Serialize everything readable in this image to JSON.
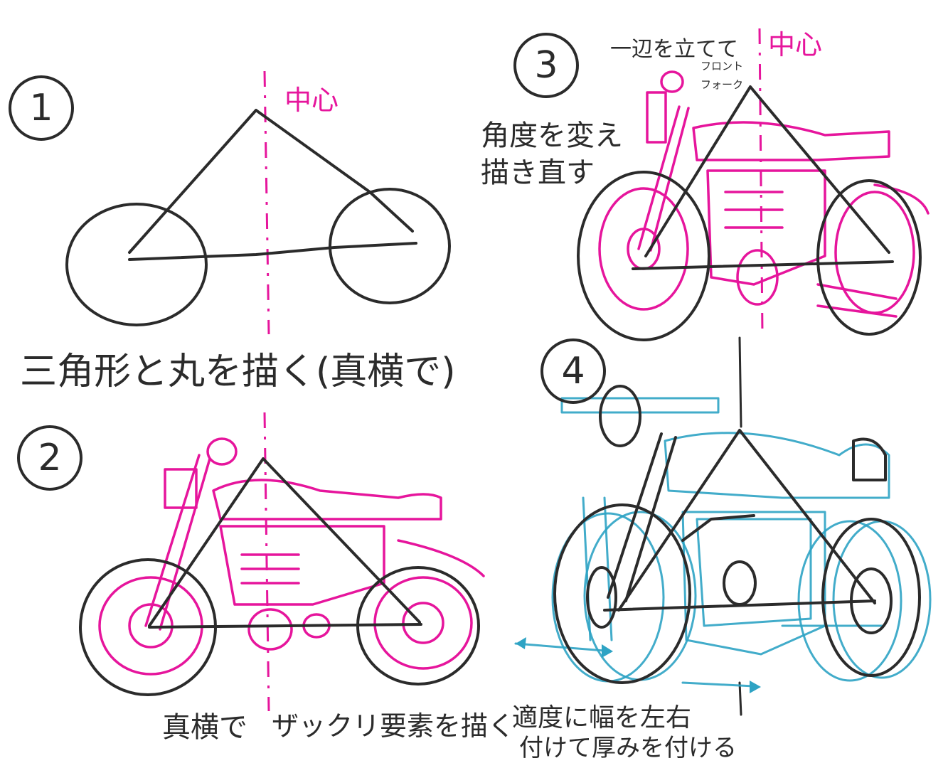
{
  "steps": [
    {
      "number": "1",
      "center_label": "中心",
      "caption": "三角形と丸を描く(真横で)"
    },
    {
      "number": "2",
      "caption_a": "真横で",
      "caption_b": "ザックリ要素を描く"
    },
    {
      "number": "3",
      "center_label": "中心",
      "note_top": "一辺を立てて",
      "note_fork_1": "フロント",
      "note_fork_2": "フォーク",
      "note_side_1": "角度を変え",
      "note_side_2": "描き直す"
    },
    {
      "number": "4",
      "caption_1": "適度に幅を左右",
      "caption_2": "付けて厚みを付ける"
    }
  ],
  "colors": {
    "pencil": "#2b2b2b",
    "magenta": "#e6159c",
    "cyan": "#2ea3c4",
    "background": "#ffffff"
  }
}
